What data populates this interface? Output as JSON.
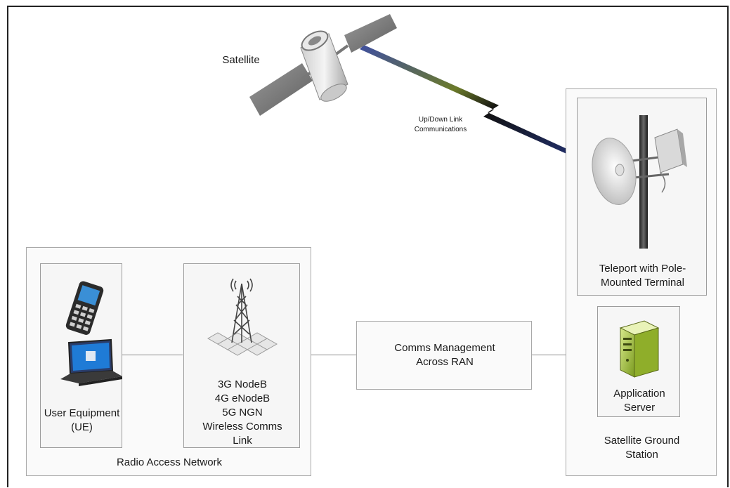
{
  "diagram": {
    "satellite_label": "Satellite",
    "link_label_line1": "Up/Down Link",
    "link_label_line2": "Communications",
    "ran": {
      "title": "Radio Access Network",
      "ue_line1": "User  Equipment",
      "ue_line2": "(UE)",
      "bs_lines": [
        "3G NodeB",
        "4G eNodeB",
        "5G NGN",
        "Wireless Comms",
        "Link"
      ]
    },
    "comms_mgmt_line1": "Comms Management",
    "comms_mgmt_line2": "Across RAN",
    "ground_station": {
      "title_line1": "Satellite Ground",
      "title_line2": "Station",
      "teleport_line1": "Teleport with Pole-",
      "teleport_line2": "Mounted Terminal",
      "server_line1": "Application",
      "server_line2": "Server"
    }
  }
}
